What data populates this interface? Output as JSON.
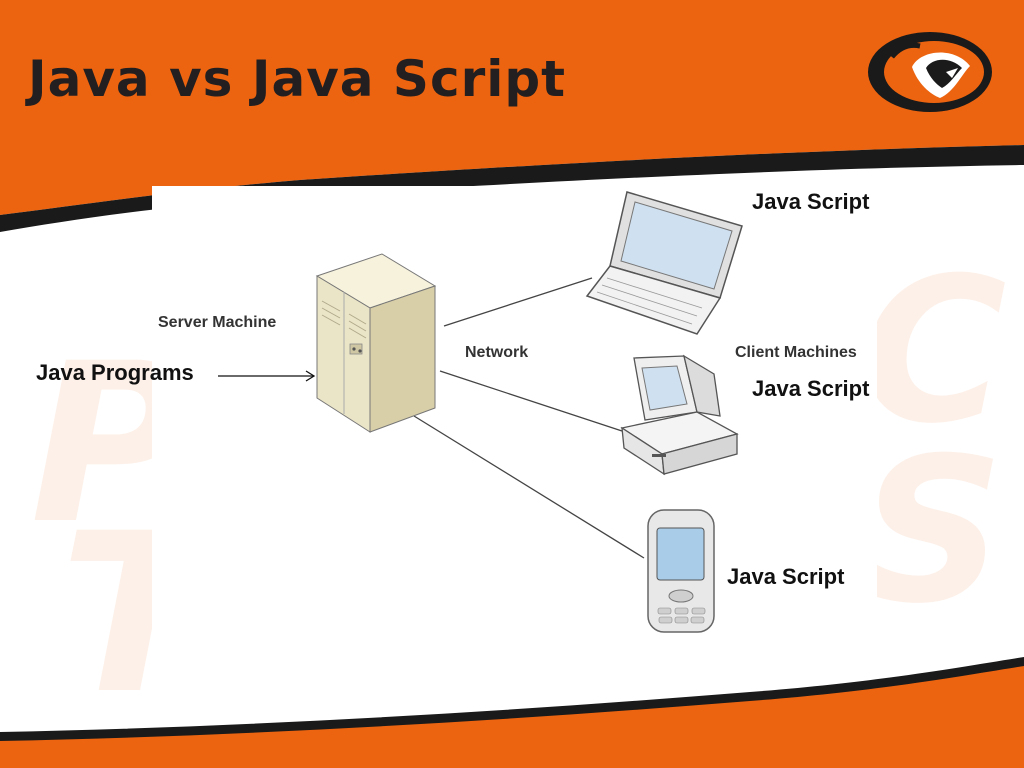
{
  "slide": {
    "title": "Java vs Java Script",
    "colors": {
      "background_band": "#ec6410",
      "dark_stripe": "#1a1a1a",
      "title_text": "#231f20"
    },
    "logo_icon": "tiger-head-icon"
  },
  "diagram": {
    "server_label": "Server Machine",
    "network_label": "Network",
    "clients_label": "Client Machines",
    "server_icon": "server-tower-icon",
    "client_icons": [
      "laptop-icon",
      "desktop-computer-icon",
      "mobile-phone-icon"
    ]
  },
  "annotations": {
    "server_program": "Java Programs",
    "laptop_script": "Java Script",
    "desktop_script": "Java Script",
    "phone_script": "Java Script"
  }
}
